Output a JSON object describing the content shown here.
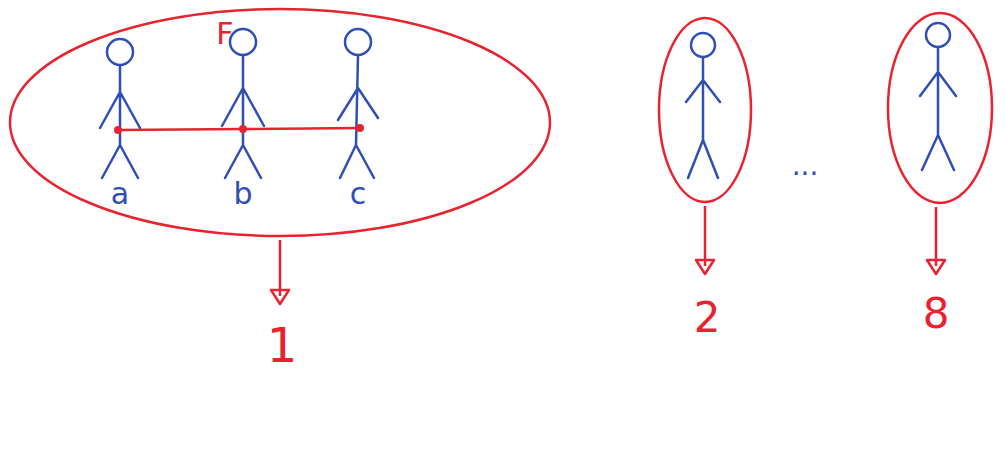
{
  "diagram": {
    "nodes": [
      {
        "text": [
          "F"
        ]
      }
    ],
    "labels": [
      "a",
      "b",
      "c",
      "...",
      "1",
      "2",
      "8"
    ]
  }
}
